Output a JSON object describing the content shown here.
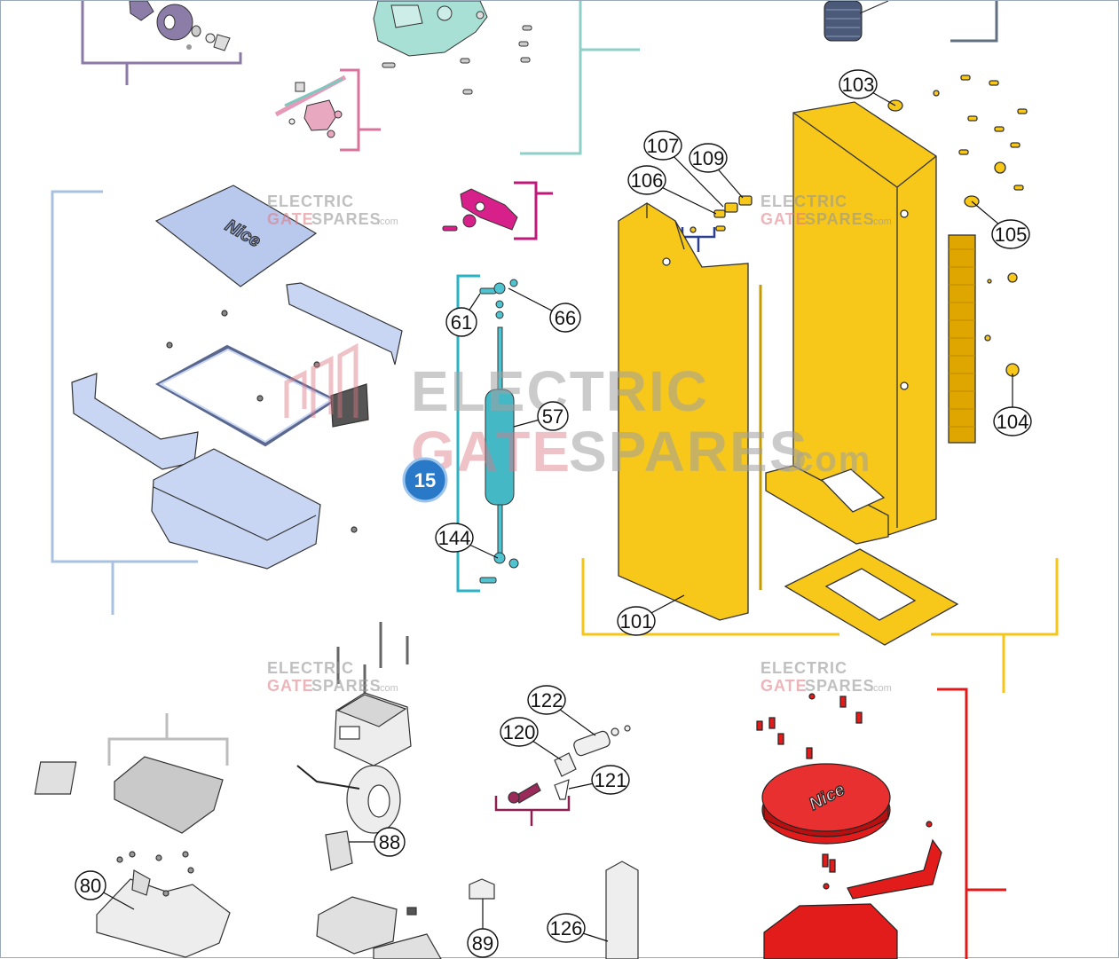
{
  "watermark": {
    "line1": "ELECTRIC",
    "line2_a": "GATE",
    "line2_b": "SPARES",
    "suffix": ".com"
  },
  "badge": "15",
  "logo_text": "Nice",
  "colors": {
    "purple": "#8b7aa8",
    "teal": "#7fc8c0",
    "pink": "#cc5f8f",
    "magenta": "#c0187a",
    "blue": "#a9c1e0",
    "cyan": "#2ab3c4",
    "yellow": "#f5c518",
    "navy": "#2a3f8f",
    "gray": "#b8b8b8",
    "red": "#e01a1a",
    "slate": "#607080"
  },
  "callouts": [
    {
      "id": "c103",
      "label": "103"
    },
    {
      "id": "c107",
      "label": "107"
    },
    {
      "id": "c109",
      "label": "109"
    },
    {
      "id": "c106",
      "label": "106"
    },
    {
      "id": "c105",
      "label": "105"
    },
    {
      "id": "c61",
      "label": "61"
    },
    {
      "id": "c66",
      "label": "66"
    },
    {
      "id": "c57",
      "label": "57"
    },
    {
      "id": "c104",
      "label": "104"
    },
    {
      "id": "c144",
      "label": "144"
    },
    {
      "id": "c101",
      "label": "101"
    },
    {
      "id": "c122",
      "label": "122"
    },
    {
      "id": "c120",
      "label": "120"
    },
    {
      "id": "c121",
      "label": "121"
    },
    {
      "id": "c88",
      "label": "88"
    },
    {
      "id": "c80",
      "label": "80"
    },
    {
      "id": "c89",
      "label": "89"
    },
    {
      "id": "c126",
      "label": "126"
    }
  ]
}
